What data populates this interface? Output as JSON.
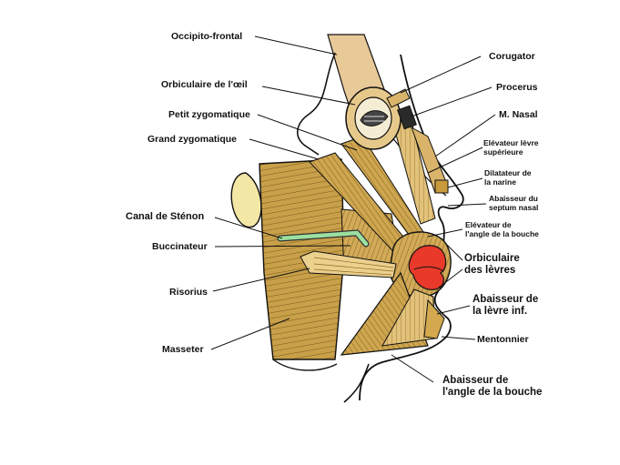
{
  "colors": {
    "muscle": "#C8A04A",
    "muscle_dark": "#8E6A1E",
    "muscle_light": "#E6C98A",
    "outline": "#111111",
    "lips": "#E8392A",
    "duct": "#9BE0A0",
    "cartilage": "#F3E7A6"
  },
  "labels": {
    "occipito_frontal": "Occipito-frontal",
    "orbiculaire_oeil": "Orbiculaire de l'œil",
    "petit_zygomatique": "Petit zygomatique",
    "grand_zygomatique": "Grand zygomatique",
    "canal_stenon": "Canal de Sténon",
    "buccinateur": "Buccinateur",
    "risorius": "Risorius",
    "masseter": "Masseter",
    "corugator": "Corugator",
    "procerus": "Procerus",
    "nasal": "M. Nasal",
    "elevateur_levre_1": "Elévateur lèvre",
    "elevateur_levre_2": "supérieure",
    "dilatateur_1": "Dilatateur de",
    "dilatateur_2": "la narine",
    "abaisseur_septum_1": "Abaisseur du",
    "abaisseur_septum_2": "septum nasal",
    "elevateur_angle_1": "Elévateur de",
    "elevateur_angle_2": "l'angle de la bouche",
    "orbiculaire_levres_1": "Orbiculaire",
    "orbiculaire_levres_2": "des lèvres",
    "abaisseur_levre_1": "Abaisseur de",
    "abaisseur_levre_2": "la lèvre inf.",
    "mentonnier": "Mentonnier",
    "abaisseur_angle_1": "Abaisseur de",
    "abaisseur_angle_2": "l'angle de la bouche"
  }
}
